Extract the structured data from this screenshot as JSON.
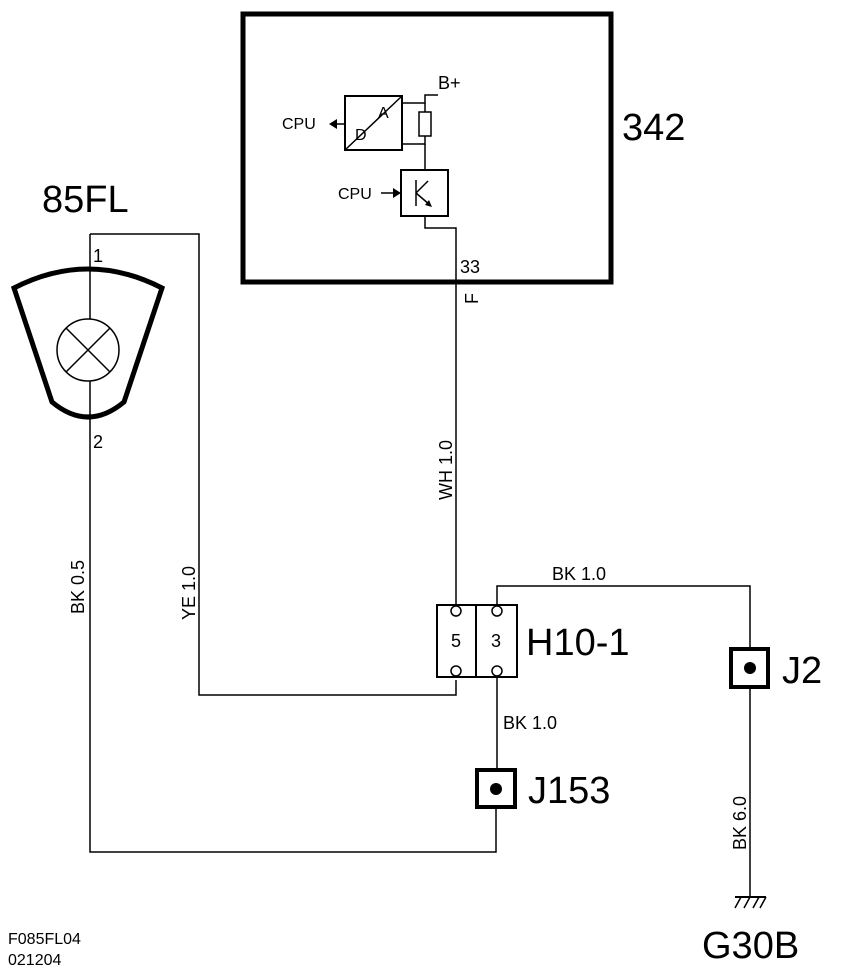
{
  "module": {
    "id": "342",
    "supply": "B+",
    "cpu_out": "CPU",
    "cpu_in": "CPU",
    "ad_a": "A",
    "ad_d": "D",
    "pin": "33",
    "pin_code": "F"
  },
  "lamp": {
    "id": "85FL",
    "pin1": "1",
    "pin2": "2"
  },
  "connector": {
    "id": "H10-1",
    "pin_left": "5",
    "pin_right": "3"
  },
  "splices": {
    "j2": "J2",
    "j153": "J153"
  },
  "ground": {
    "id": "G30B"
  },
  "wires": {
    "wh": "WH  1.0",
    "ye": "YE  1.0",
    "bk05": "BK  0.5",
    "bk10_top": "BK  1.0",
    "bk10_mid": "BK  1.0",
    "bk60": "BK  6.0"
  },
  "footer": {
    "code": "F085FL04",
    "date": "021204"
  }
}
